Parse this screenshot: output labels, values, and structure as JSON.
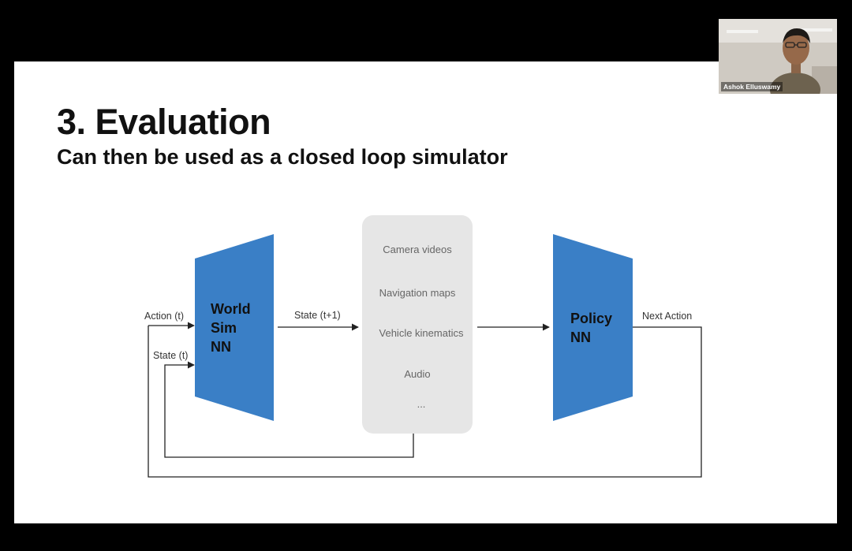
{
  "slide": {
    "title": "3. Evaluation",
    "subtitle": "Can then be used as a closed loop simulator"
  },
  "diagram": {
    "world_sim": {
      "line1": "World",
      "line2": "Sim",
      "line3": "NN"
    },
    "policy": {
      "line1": "Policy",
      "line2": "NN"
    },
    "state_box": {
      "items": [
        "Camera videos",
        "Navigation maps",
        "Vehicle kinematics",
        "Audio",
        "..."
      ]
    },
    "edges": {
      "action_t": "Action (t)",
      "state_t": "State (t)",
      "state_t1": "State (t+1)",
      "next_action": "Next Action"
    },
    "colors": {
      "network": "#3a7fc6",
      "state_box": "#e6e6e6",
      "line": "#222222"
    }
  },
  "webcam": {
    "participant_name": "Ashok Elluswamy"
  }
}
